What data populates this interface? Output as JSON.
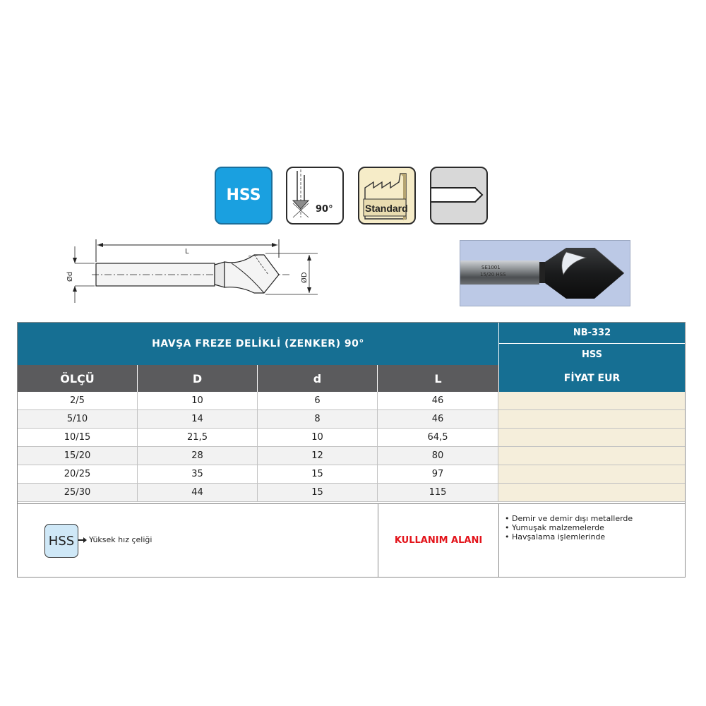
{
  "badges": {
    "hss": "HSS",
    "angle": "90°",
    "standard": "Standard"
  },
  "drawing": {
    "length_label": "L",
    "shank_label": "Ød",
    "diameter_label": "ØD"
  },
  "photo": {
    "engraving_1": "SE1001",
    "engraving_2": "15/20 HSS"
  },
  "table": {
    "title": "HAVŞA FREZE DELİKLİ (ZENKER) 90°",
    "code": "NB-332",
    "material": "HSS",
    "headers": [
      "ÖLÇÜ",
      "D",
      "d",
      "L"
    ],
    "price_header": "FİYAT EUR",
    "rows": [
      {
        "size": "2/5",
        "D": "10",
        "d": "6",
        "L": "46"
      },
      {
        "size": "5/10",
        "D": "14",
        "d": "8",
        "L": "46"
      },
      {
        "size": "10/15",
        "D": "21,5",
        "d": "10",
        "L": "64,5"
      },
      {
        "size": "15/20",
        "D": "28",
        "d": "12",
        "L": "80"
      },
      {
        "size": "20/25",
        "D": "35",
        "d": "15",
        "L": "97"
      },
      {
        "size": "25/30",
        "D": "44",
        "d": "15",
        "L": "115"
      }
    ]
  },
  "footer": {
    "legend_badge": "HSS",
    "legend_text": "Yüksek hız çeliği",
    "usage_title": "KULLANIM ALANI",
    "uses": [
      "Demir ve demir dışı metallerde",
      "Yumuşak malzemelerde",
      "Havşalama işlemlerinde"
    ]
  },
  "colors": {
    "band": "#166f93",
    "header_gray": "#5b5b5d",
    "price_cell": "#f5eedb",
    "hss_blue": "#1aa0e0",
    "usage_red": "#e3141b"
  }
}
